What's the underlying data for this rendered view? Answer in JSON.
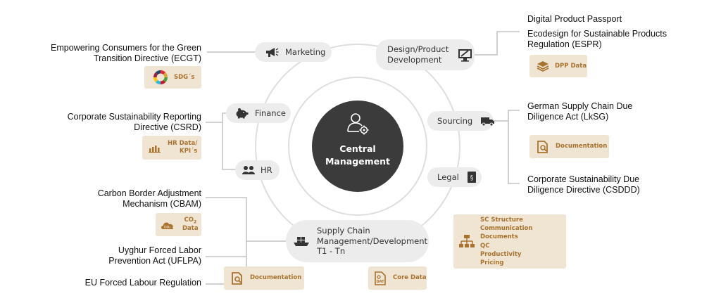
{
  "center": {
    "line1": "Central",
    "line2": "Management"
  },
  "nodes": {
    "marketing": "Marketing",
    "design_line1": "Design/Product",
    "design_line2": "Development",
    "finance": "Finance",
    "sourcing": "Sourcing",
    "hr": "HR",
    "legal": "Legal",
    "scm_line1": "Supply Chain",
    "scm_line2": "Management/Development",
    "scm_line3": "T1 - Tn"
  },
  "chips": {
    "sdg": "SDG´s",
    "dpp": "DPP Data",
    "hr_line1": "HR Data/",
    "hr_line2": "KPI´s",
    "sourcing_doc": "Documentation",
    "co2_icon_text": "CO₂",
    "co2_line1": "CO",
    "co2_sub": "2",
    "co2_line2": "Data",
    "sc_doc": "Documentation",
    "core_icon_text": "DAT",
    "core": "Core Data",
    "list": [
      "SC Structure",
      "Communication Documents",
      "QC",
      "Productivity",
      "Pricing"
    ]
  },
  "laws": {
    "ecgt_line1": "Empowering Consumers for the Green",
    "ecgt_line2": "Transition Directive (ECGT)",
    "csrd_line1": "Corporate Sustainability Reporting",
    "csrd_line2": "Directive (CSRD)",
    "cbam_line1": "Carbon Border Adjustment",
    "cbam_line2": "Mechanism (CBAM)",
    "uflpa_line1": "Uyghur Forced Labor",
    "uflpa_line2": "Prevention Act (UFLPA)",
    "eufl": "EU Forced Labour Regulation",
    "dpp": "Digital Product Passport",
    "espr_line1": "Ecodesign for Sustainable Products",
    "espr_line2": "Regulation (ESPR)",
    "lksg_line1": "German Supply Chain Due",
    "lksg_line2": "Diligence Act (LkSG)",
    "csddd_line1": "Corporate Sustainability Due",
    "csddd_line2": "Diligence Directive (CSDDD)"
  },
  "colors": {
    "center": "#3b3b3b",
    "node": "#ececec",
    "chip": "#f0e4d2",
    "chip_text": "#a8732f",
    "ring": "#dedede",
    "connector": "#b8b8b8"
  }
}
